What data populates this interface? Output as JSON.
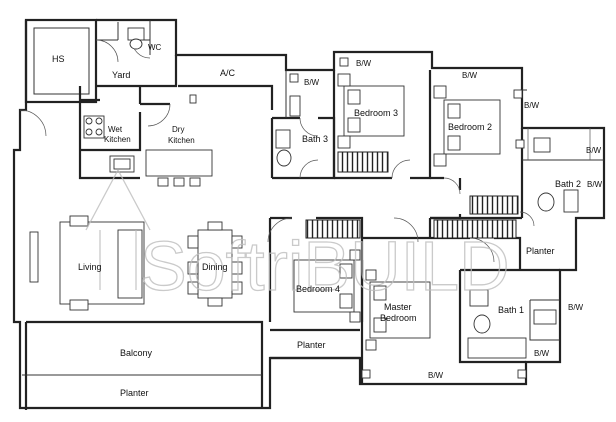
{
  "rooms": {
    "hs": "HS",
    "wc": "WC",
    "yard": "Yard",
    "ac": "A/C",
    "bw": "B/W",
    "wet_kitchen_1": "Wet",
    "wet_kitchen_2": "Kitchen",
    "dry_kitchen_1": "Dry",
    "dry_kitchen_2": "Kitchen",
    "bath3": "Bath 3",
    "bedroom3": "Bedroom 3",
    "bedroom2": "Bedroom 2",
    "bath2": "Bath 2",
    "living": "Living",
    "dining": "Dining",
    "bedroom4": "Bedroom 4",
    "master_1": "Master",
    "master_2": "Bedroom",
    "bath1": "Bath 1",
    "planter": "Planter",
    "balcony": "Balcony"
  },
  "watermark": {
    "logo_text": "SoftriBUILD"
  }
}
